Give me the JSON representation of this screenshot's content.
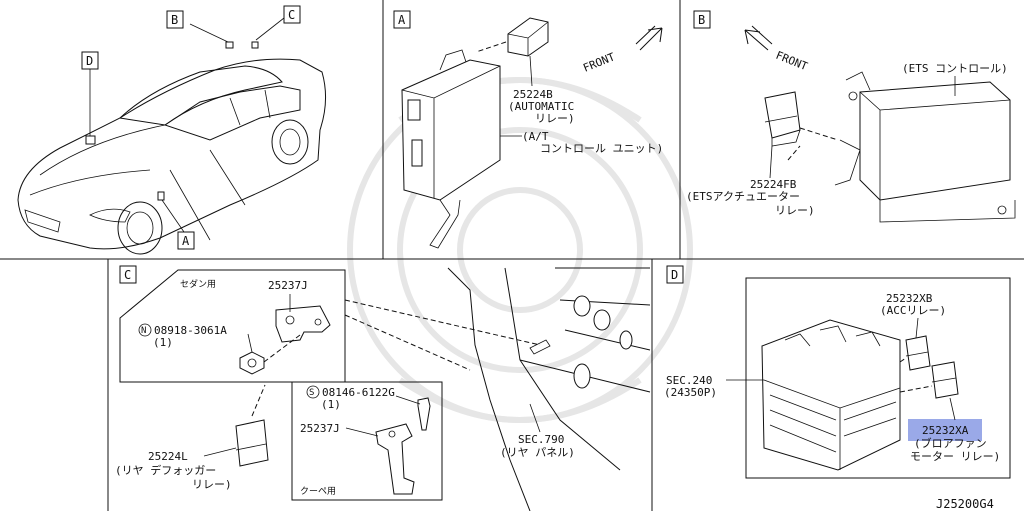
{
  "diagram_id": "J25200G4",
  "panels": {
    "car": {
      "callouts": [
        "B",
        "C",
        "D",
        "A"
      ]
    },
    "A": {
      "tag": "A",
      "front": "FRONT",
      "part1_no": "25224B",
      "part1_desc": "(AUTOMATIC",
      "part1_desc2": "リレー)",
      "part2_no": "(A/T",
      "part2_desc": "コントロール ユニット)"
    },
    "B": {
      "tag": "B",
      "front": "FRONT",
      "unit_label": "(ETS コントロール)",
      "part_no": "25224FB",
      "part_desc": "(ETSアクチュエーター",
      "part_desc2": "リレー)"
    },
    "C": {
      "tag": "C",
      "sedan_label": "セダン用",
      "coupe_label": "クーペ用",
      "bracket_sedan": "25237J",
      "nut_no": "08918-3061A",
      "nut_circle": "N",
      "nut_qty": "(1)",
      "screw_no": "08146-6122G",
      "screw_circle": "S",
      "screw_qty": "(1)",
      "bracket_coupe": "25237J",
      "relay_no": "25224L",
      "relay_desc": "(リヤ デフォッガー",
      "relay_desc2": "リレー)",
      "sec_no": "SEC.790",
      "sec_desc": "(リヤ パネル)"
    },
    "D": {
      "tag": "D",
      "relay1_no": "25232XB",
      "relay1_desc": "(ACCリレー)",
      "sec_no": "SEC.240",
      "sec_desc": "(24350P)",
      "relay2_no": "25232XA",
      "relay2_desc": "(ブロアファン",
      "relay2_desc2": "モーター リレー)"
    }
  },
  "colors": {
    "highlight": "#9aa9e8",
    "line": "#111111",
    "watermark": "#e6e6e6"
  }
}
